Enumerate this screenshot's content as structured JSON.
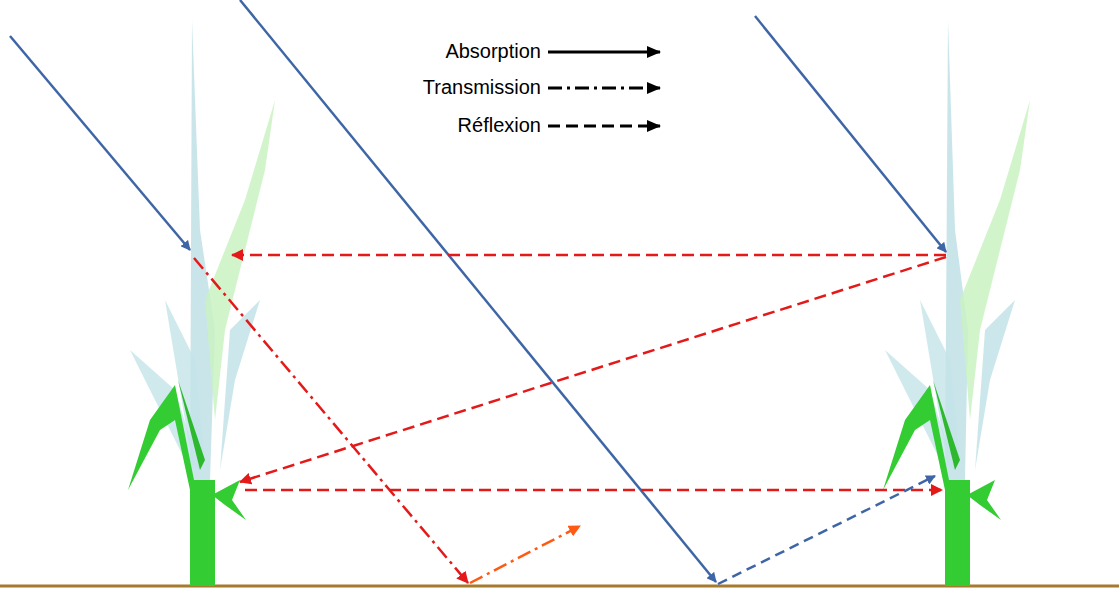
{
  "diagram": {
    "legend": [
      {
        "text": "Absorption"
      },
      {
        "text": "Transmission"
      },
      {
        "text": "Réflexion"
      }
    ]
  }
}
